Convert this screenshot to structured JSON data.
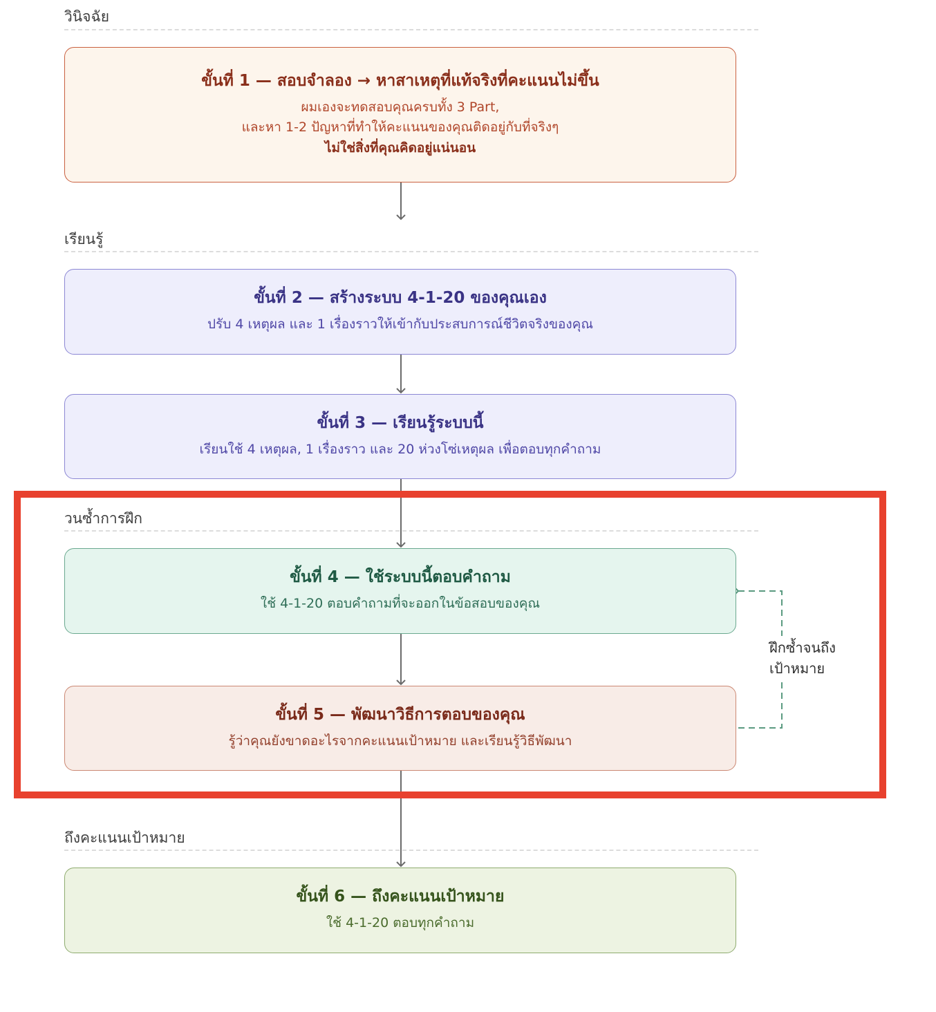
{
  "sections": {
    "diagnose": "วินิจฉัย",
    "learn": "เรียนรู้",
    "practice_loop": "วนซ้ำการฝึก",
    "reach_target": "ถึงคะแนนเป้าหมาย"
  },
  "steps": [
    {
      "title": "ขั้นที่ 1 — สอบจำลอง → หาสาเหตุที่แท้จริงที่คะแนนไม่ขึ้น",
      "lines": [
        "ผมเองจะทดสอบคุณครบทั้ง 3 Part,",
        "และหา 1-2 ปัญหาที่ทำให้คะแนนของคุณติดอยู่กับที่จริงๆ",
        "ไม่ใช่สิ่งที่คุณคิดอยู่แน่นอน"
      ]
    },
    {
      "title": "ขั้นที่ 2 — สร้างระบบ 4-1-20 ของคุณเอง",
      "lines": [
        "ปรับ 4 เหตุผล และ 1 เรื่องราวให้เข้ากับประสบการณ์ชีวิตจริงของคุณ"
      ]
    },
    {
      "title": "ขั้นที่ 3 — เรียนรู้ระบบนี้",
      "lines": [
        "เรียนใช้ 4 เหตุผล, 1 เรื่องราว และ 20 ห่วงโซ่เหตุผล เพื่อตอบทุกคำถาม"
      ]
    },
    {
      "title": "ขั้นที่ 4 — ใช้ระบบนี้ตอบคำถาม",
      "lines": [
        "ใช้ 4-1-20 ตอบคำถามที่จะออกในข้อสอบของคุณ"
      ]
    },
    {
      "title": "ขั้นที่ 5 — พัฒนาวิธีการตอบของคุณ",
      "lines": [
        "รู้ว่าคุณยังขาดอะไรจากคะแนนเป้าหมาย และเรียนรู้วิธีพัฒนา"
      ]
    },
    {
      "title": "ขั้นที่ 6 — ถึงคะแนนเป้าหมาย",
      "lines": [
        "ใช้ 4-1-20 ตอบทุกคำถาม"
      ]
    }
  ],
  "loop": {
    "label_line1": "ฝึกซ้ำจนถึง",
    "label_line2": "เป้าหมาย"
  },
  "colors": {
    "highlight": "#e8412e",
    "arrow": "#6b6b6b",
    "loop_arrow": "#5a9a80"
  }
}
